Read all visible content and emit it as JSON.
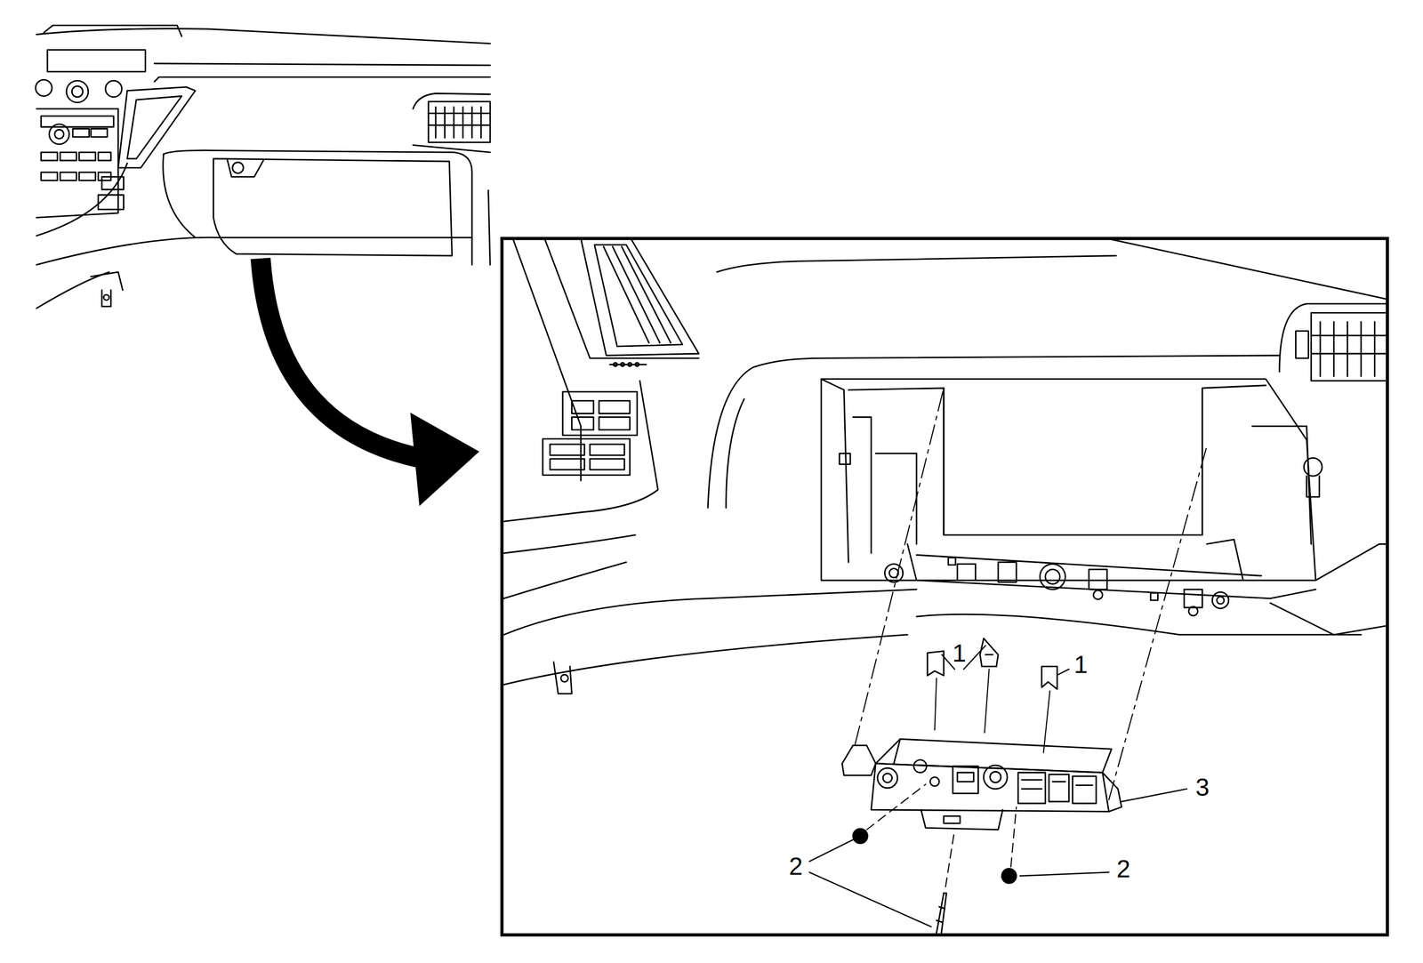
{
  "diagram": {
    "labels": [
      "1",
      "1",
      "3",
      "2",
      "2"
    ]
  }
}
